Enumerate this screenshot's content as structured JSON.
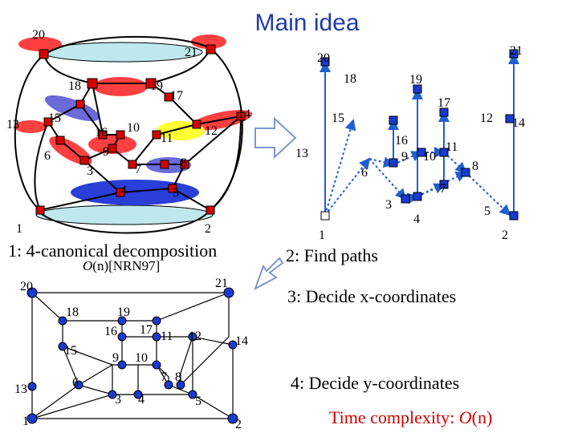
{
  "title": "Main idea",
  "captions": {
    "step1": "1: 4-canonical decomposition",
    "step1_ref_italic": "O",
    "step1_ref_paren_n": "(n)",
    "step1_ref_cite": "[NRN97]",
    "step2": "2: Find paths",
    "step3": "3: Decide x-coordinates",
    "step4": "4: Decide y-coordinates",
    "time_label": "Time complexity: ",
    "time_italic_O": "O",
    "time_n": "(n)"
  },
  "graph1_labels": [
    "20",
    "21",
    "18",
    "19",
    "17",
    "15",
    "14",
    "13",
    "16",
    "10",
    "11",
    "12",
    "9",
    "6",
    "3",
    "7",
    "8",
    "4",
    "5",
    "1",
    "2"
  ],
  "graph2_labels": [
    "20",
    "21",
    "18",
    "19",
    "17",
    "15",
    "12",
    "14",
    "13",
    "16",
    "9",
    "10",
    "11",
    "6",
    "8",
    "7",
    "3",
    "4",
    "5",
    "1",
    "2"
  ],
  "graph3_labels": [
    "20",
    "21",
    "18",
    "19",
    "16",
    "17",
    "11",
    "12",
    "14",
    "15",
    "9",
    "10",
    "13",
    "6",
    "7",
    "8",
    "3",
    "4",
    "5",
    "1",
    "2"
  ],
  "colors": {
    "title": "#1f3aa8",
    "vertex": "#d40000",
    "vertex_blue": "#1a3ad0",
    "highlight_red": "#ff3b3b",
    "highlight_blue": "#2a3ed8",
    "highlight_violet": "#6a6ad8",
    "highlight_cyan": "#bfe8ee",
    "highlight_yellow": "#ffff33",
    "path_arrow": "#1f5fd0",
    "big_arrow": "#7c98c8"
  }
}
